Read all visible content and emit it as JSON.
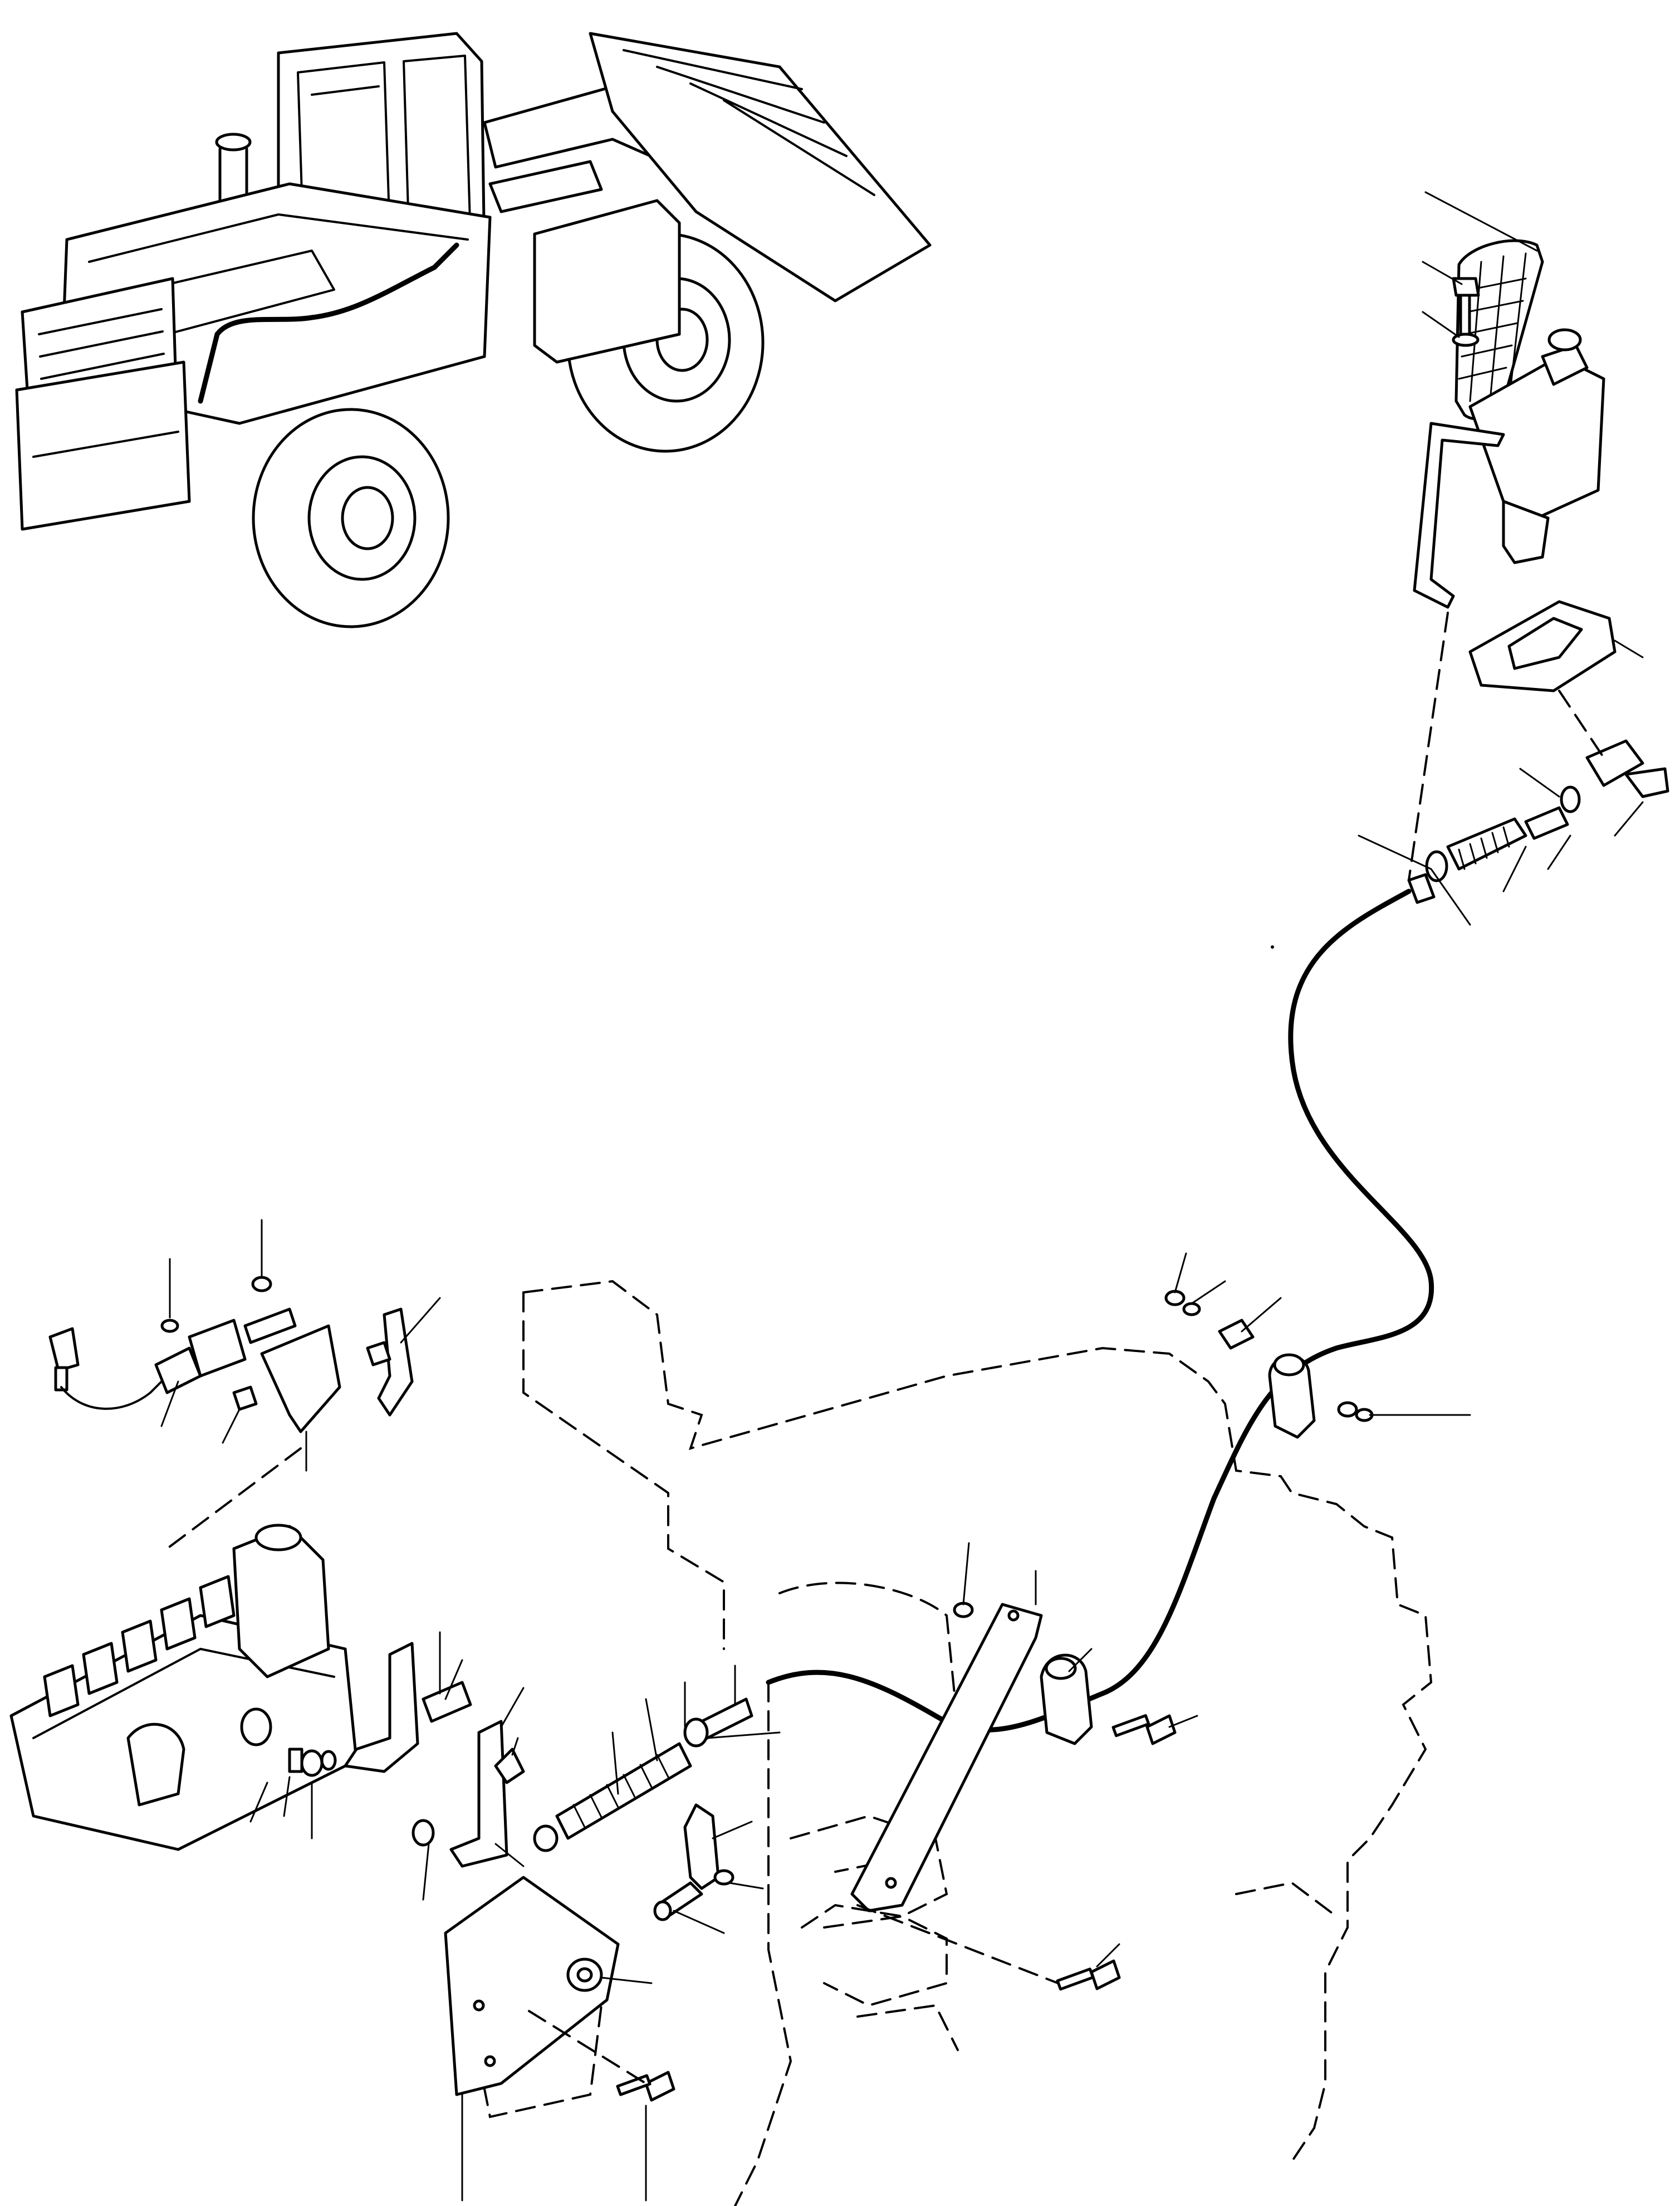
{
  "diagram": {
    "assemblies": [
      {
        "name": "wheel-loader-overview",
        "icon": "wheel-loader-icon"
      },
      {
        "name": "accelerator-pedal",
        "icon": "pedal-icon"
      },
      {
        "name": "throttle-cable",
        "icon": "cable-icon"
      },
      {
        "name": "injection-pump",
        "icon": "fuel-pump-icon"
      },
      {
        "name": "cable-bracket-plate",
        "icon": "bracket-icon"
      },
      {
        "name": "throttle-solenoid",
        "icon": "solenoid-icon"
      }
    ],
    "callouts_have_numbers": false
  }
}
